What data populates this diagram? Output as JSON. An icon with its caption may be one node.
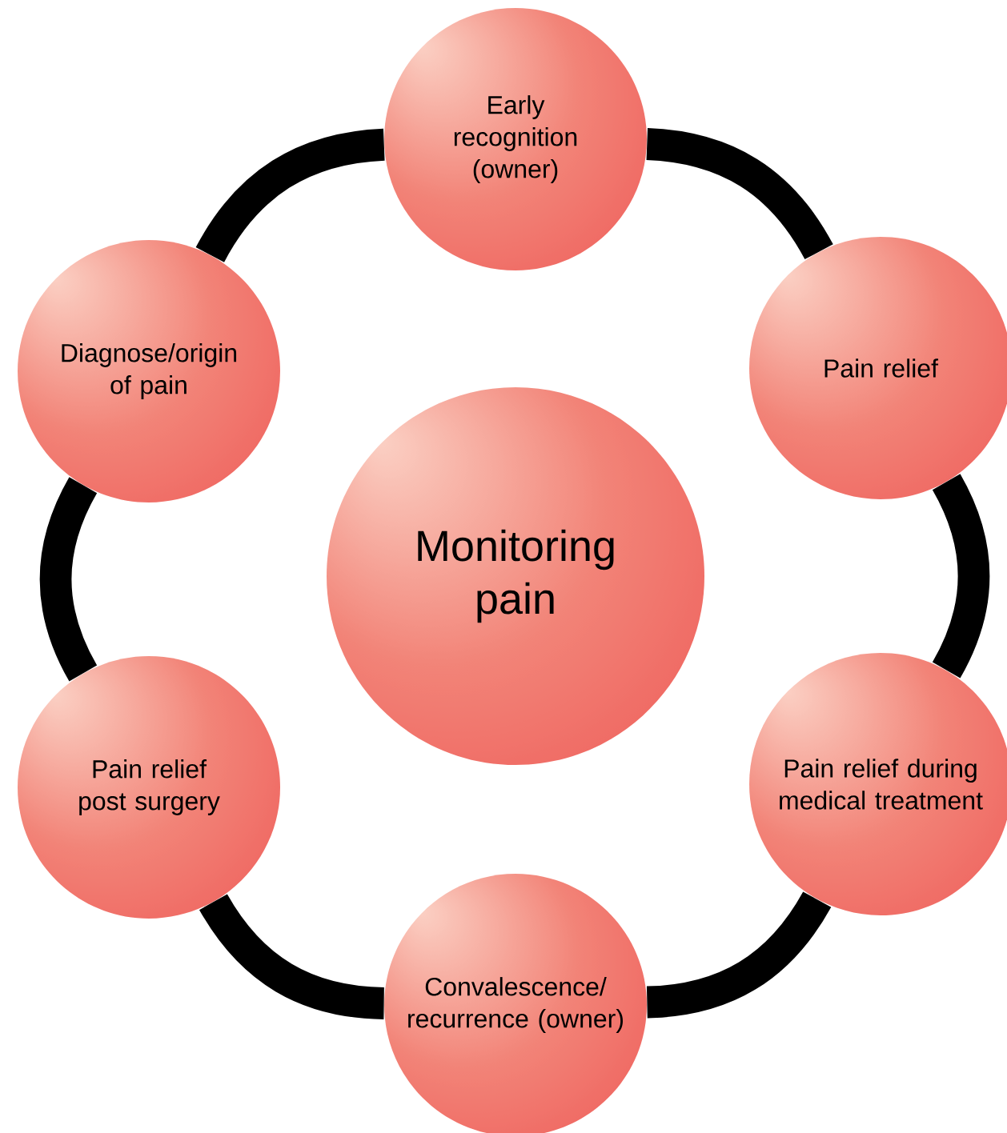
{
  "diagram": {
    "nodes": [
      {
        "text": [
          "Early recognition (owner)"
        ]
      },
      {
        "text": [
          "Diagnose/origin of pain"
        ]
      },
      {
        "text": [
          "Pain relief"
        ]
      },
      {
        "text": [
          "Monitoring pain"
        ]
      },
      {
        "text": [
          "Pain relief post surgery"
        ]
      },
      {
        "text": [
          "Pain relief during medical treatment"
        ]
      },
      {
        "text": [
          "Convalescence/ recurrence (owner)"
        ]
      }
    ],
    "edges": [
      {
        "from": 0,
        "to": 2,
        "arrow": "none"
      },
      {
        "from": 2,
        "to": 5,
        "arrow": "none"
      },
      {
        "from": 5,
        "to": 6,
        "arrow": "none"
      },
      {
        "from": 6,
        "to": 4,
        "arrow": "none"
      },
      {
        "from": 4,
        "to": 1,
        "arrow": "none"
      },
      {
        "from": 1,
        "to": 0,
        "arrow": "none"
      }
    ]
  }
}
